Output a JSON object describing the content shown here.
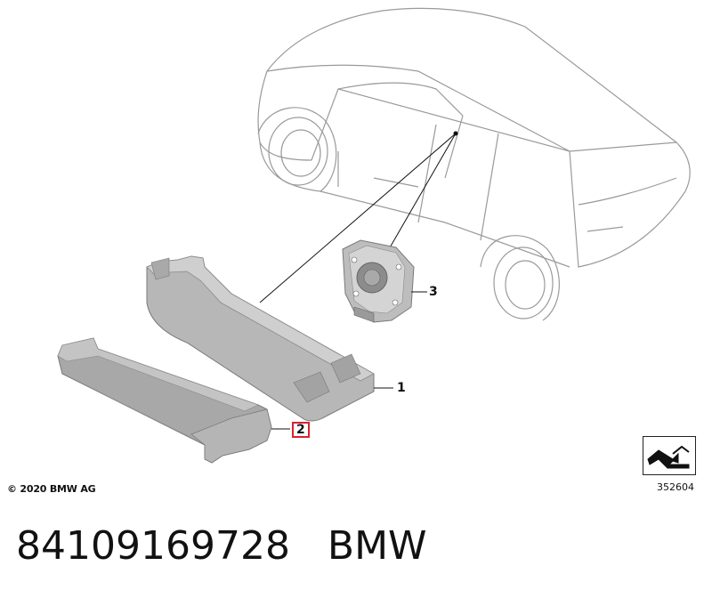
{
  "diagram": {
    "callouts": [
      {
        "id": "1",
        "label": "1"
      },
      {
        "id": "2",
        "label": "2"
      },
      {
        "id": "3",
        "label": "3"
      }
    ],
    "copyright": "© 2020 BMW AG",
    "drawing_number": "352604",
    "highlight_color": "#d9232d"
  },
  "footer": {
    "part_number": "84109169728",
    "brand": "BMW"
  }
}
